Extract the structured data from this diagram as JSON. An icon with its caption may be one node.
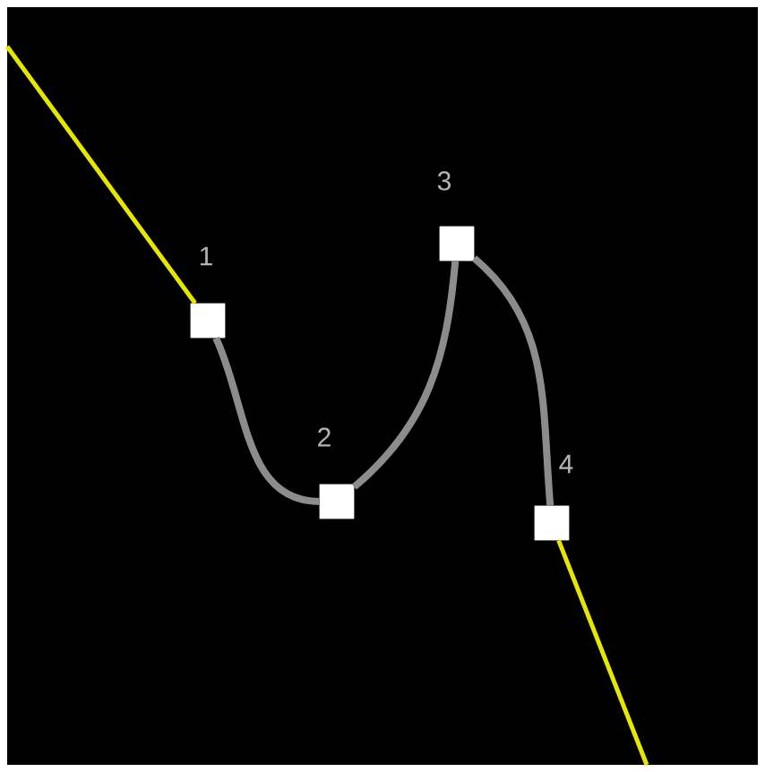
{
  "diagram": {
    "nodes": [
      {
        "text": [],
        "shape": "box",
        "beside": [
          "1"
        ]
      },
      {
        "text": [],
        "shape": "box",
        "beside": [
          "2"
        ]
      },
      {
        "text": [],
        "shape": "box",
        "beside": [
          "3"
        ]
      },
      {
        "text": [],
        "shape": "box",
        "beside": [
          "4"
        ]
      }
    ],
    "edges": [
      {
        "from": null,
        "to": 0,
        "arrow": "none",
        "color": "#e6e600"
      },
      {
        "from": 0,
        "to": 1,
        "arrow": "none"
      },
      {
        "from": 1,
        "to": 2,
        "arrow": "none"
      },
      {
        "from": 2,
        "to": 3,
        "arrow": "none"
      },
      {
        "from": 3,
        "to": null,
        "arrow": "none",
        "color": "#e6e600"
      }
    ]
  }
}
